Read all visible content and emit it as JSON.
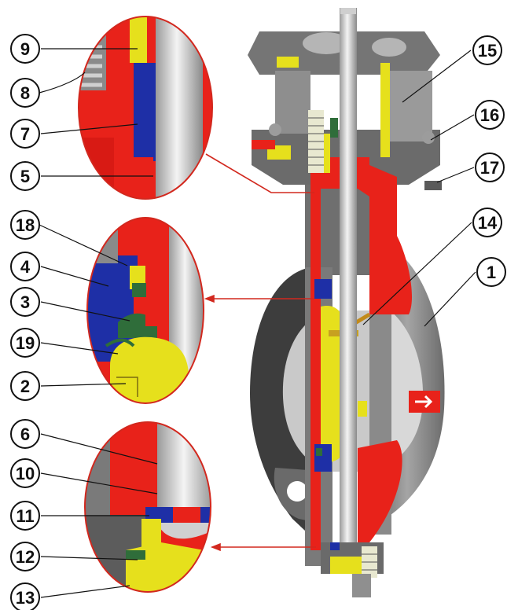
{
  "title": "",
  "colors": {
    "body": "#7d7d7d",
    "body_dark": "#505050",
    "body_light": "#bdbdbd",
    "liner": "#e8221a",
    "seat": "#e6e01c",
    "seal": "#1e2fa6",
    "green": "#2f6d3a",
    "leader": "#d2281e"
  },
  "callouts": [
    {
      "id": "c9",
      "number": "9"
    },
    {
      "id": "c8",
      "number": "8"
    },
    {
      "id": "c7",
      "number": "7"
    },
    {
      "id": "c5",
      "number": "5"
    },
    {
      "id": "c18",
      "number": "18"
    },
    {
      "id": "c4",
      "number": "4"
    },
    {
      "id": "c3",
      "number": "3"
    },
    {
      "id": "c19",
      "number": "19"
    },
    {
      "id": "c2",
      "number": "2"
    },
    {
      "id": "c6",
      "number": "6"
    },
    {
      "id": "c10",
      "number": "10"
    },
    {
      "id": "c11",
      "number": "11"
    },
    {
      "id": "c12",
      "number": "12"
    },
    {
      "id": "c13",
      "number": "13"
    },
    {
      "id": "c15",
      "number": "15"
    },
    {
      "id": "c16",
      "number": "16"
    },
    {
      "id": "c17",
      "number": "17"
    },
    {
      "id": "c14",
      "number": "14"
    },
    {
      "id": "c1",
      "number": "1"
    }
  ]
}
